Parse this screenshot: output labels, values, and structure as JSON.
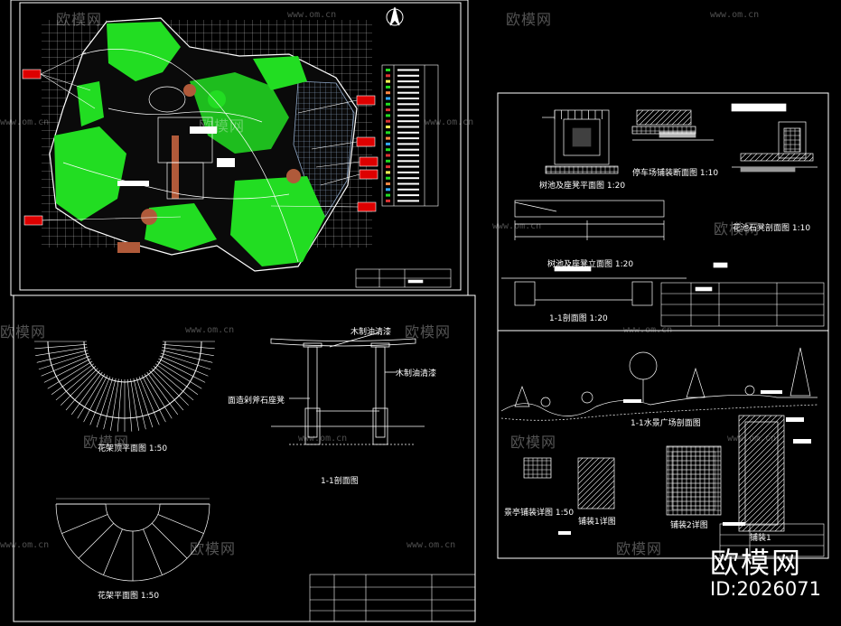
{
  "captions": {
    "pool_plan": "树池及座凳平面图 1:20",
    "pool_elev": "树池及座凳立面图 1:20",
    "section_11": "1-1剖面图 1:20",
    "parking_section": "停车场铺装断面图 1:10",
    "tree_pool_section": "花池石凳剖面图 1:10",
    "waterscape": "1-1水景广场剖面图",
    "pergola_roof": "花架顶平面图 1:50",
    "pergola_plan": "花架平面图 1:50",
    "pergola_section": "1-1剖面图",
    "wood_paint_1": "木制油清漆",
    "wood_paint_2": "木制油清漆",
    "stone_seat": "面造剁斧石座凳",
    "pavilion_paving": "景亭铺装详图 1:50",
    "paving_a": "铺装1详图",
    "paving_b": "铺装2详图",
    "paving_c": "铺装1"
  },
  "watermark": {
    "text": "欧模网",
    "url": "www.om.cn"
  },
  "brand": {
    "name": "欧模网",
    "id": "ID:2026071"
  },
  "colors": {
    "background": "#000000",
    "lines": "#ffffff",
    "vegetation": "#22dd22",
    "callout": "#dd0000",
    "water": "#8fa8c8"
  }
}
